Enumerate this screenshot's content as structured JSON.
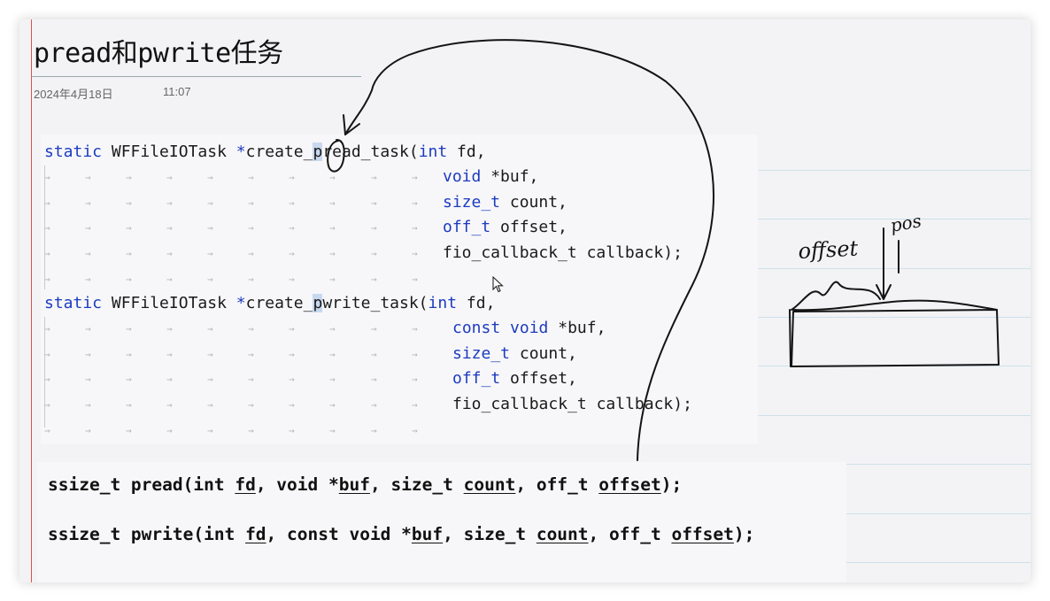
{
  "note": {
    "title": "pread和pwrite任务",
    "date": "2024年4月18日",
    "time": "11:07"
  },
  "code": {
    "pread": {
      "l1": {
        "a": "static",
        "b": "WFFileIOTask",
        "c": "*",
        "d": "create_",
        "e": "p",
        "f": "read_task(",
        "g": "int",
        "h": "fd,"
      },
      "l2": {
        "a": "void",
        "b": "*buf,"
      },
      "l3": {
        "a": "size_t",
        "b": "count,"
      },
      "l4": {
        "a": "off_t",
        "b": "offset,"
      },
      "l5": {
        "a": "fio_callback_t",
        "b": "callback",
        "c": ");"
      }
    },
    "pwrite": {
      "l1": {
        "a": "static",
        "b": "WFFileIOTask",
        "c": "*",
        "d": "create_",
        "e": "p",
        "f": "write_task(",
        "g": "int",
        "h": "fd,"
      },
      "l2": {
        "a": "const",
        "b": "void",
        "c": "*buf,"
      },
      "l3": {
        "a": "size_t",
        "b": "count,"
      },
      "l4": {
        "a": "off_t",
        "b": "offset,"
      },
      "l5": {
        "a": "fio_callback_t",
        "b": "callback",
        "c": ");"
      }
    }
  },
  "signatures": {
    "pread": {
      "a": "ssize_t pread(int ",
      "fd": "fd",
      "b": ", void *",
      "buf": "buf",
      "c": ", size_t ",
      "count": "count",
      "d": ", off_t ",
      "offset": "offset",
      "e": ");"
    },
    "pwrite": {
      "a": "ssize_t pwrite(int ",
      "fd": "fd",
      "b": ", const void *",
      "buf": "buf",
      "c": ", size_t ",
      "count": "count",
      "d": ", off_t ",
      "offset": "offset",
      "e": ");"
    }
  },
  "handwriting": {
    "offset_label": "offset",
    "pos_label": "pos"
  },
  "colors": {
    "keyword": "#1d3bbf",
    "margin": "#d9534f",
    "highlight": "#c8d8ee"
  }
}
